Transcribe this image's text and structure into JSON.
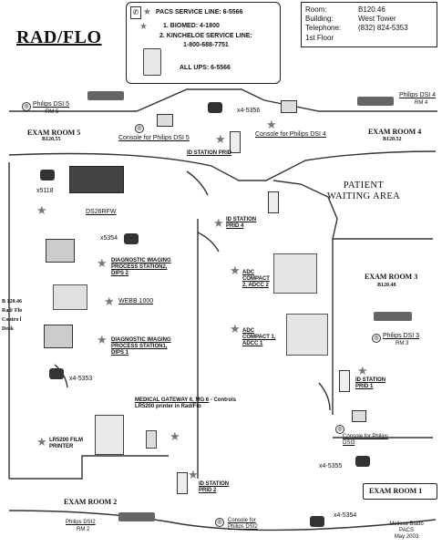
{
  "title": "RAD/FLO",
  "pacs_box": {
    "line1": "PACS SERVICE LINE:  6-5566",
    "line2": "1.  BIOMED:  4-1800",
    "line3": "2.  KINCHELOE SERVICE LINE:",
    "line4": "1-800-688-7751",
    "line5": "ALL UPS:  6-5566"
  },
  "info_box": {
    "room_label": "Room:",
    "room_value": "B120.46",
    "building_label": "Building:",
    "building_value": "West Tower",
    "telephone_label": "Telephone:",
    "telephone_value": "(832) 824-5353",
    "floor": "1st Floor"
  },
  "labels": {
    "philips_dsi5": "Philips DSI 5",
    "rm5": "RM 5",
    "exam_room_5": "EXAM ROOM 5",
    "b120_55": "B120.55",
    "console_dsi5": "Console for Philips DSI 5",
    "x4_5356": "x4-5356",
    "console_dsi4": "Console for Philips DSI 4",
    "philips_dsi4": "Philips DSI 4",
    "rm4": "RM 4",
    "exam_room_4": "EXAM ROOM 4",
    "b120_52": "B120.52",
    "id_station_prid3": "ID STATION PRID",
    "x5118": "x5118",
    "ds26rfw": "DS26RFW",
    "patient_waiting": "PATIENT WAITING AREA",
    "id_station_prid4": "ID STATION PRID 4",
    "x5354": "x5354",
    "dips2": "DIAGNOSTIC IMAGING PROCESS STATION2, DIPS 2",
    "adc_compact2": "ADC COMPACT 2, ADCC 2",
    "exam_room_3": "EXAM ROOM 3",
    "b120_48": "B120.48",
    "b120_46_side": "B 120.46 Rad/ Flo Contro l Desk",
    "webb_1000": "WEBB 1000",
    "adc_compact1": "ADC COMPACT 1, ADCC 1",
    "philips_dsi3": "Philips DSI 3",
    "rm3": "RM 3",
    "dips1": "DIAGNOSTIC IMAGING PROCESS STATION1, DIPS 1",
    "x4_5353": "x4-5353",
    "id_station_prid1": "ID STATION PRID 1",
    "medical_gateway": "MEDICAL GATEWAY 6, MG 6",
    "medical_gateway_rest": "- Controls LR5200 printer in Rad/Flo",
    "lr5200": "LR5200 FILM PRINTER",
    "console_dsi3": "Console for Philips DSI3",
    "x4_5355": "x4-5355",
    "id_station_prid2": "ID STATION PRID 2",
    "exam_room_1": "EXAM ROOM 1",
    "exam_room_2": "EXAM ROOM 2",
    "philips_dsi2": "Philips DSI2",
    "rm2": "RM 2",
    "console_dsi2": "Console for Philips DSI2",
    "x4_5354": "x4-5354",
    "author": "Melissa Blado",
    "dept": "PACS",
    "date": "May 2003"
  }
}
